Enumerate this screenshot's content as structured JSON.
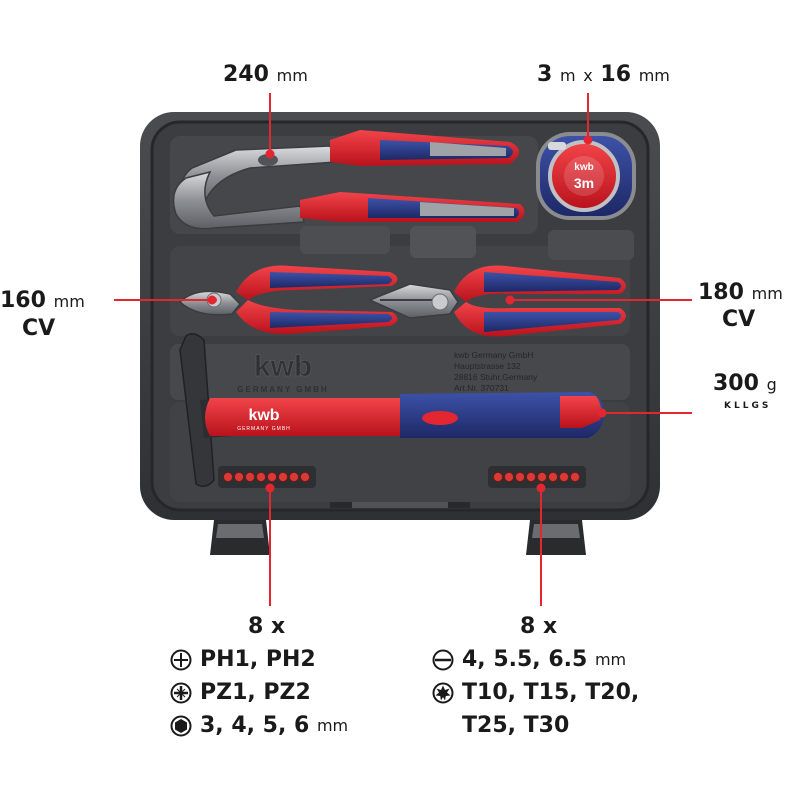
{
  "callouts": {
    "plier_length": {
      "value": "240",
      "unit": "mm"
    },
    "tape": {
      "length": "3",
      "length_unit": "m",
      "sep": "x",
      "width": "16",
      "width_unit": "mm"
    },
    "cutter": {
      "value": "160",
      "unit": "mm",
      "type": "CV"
    },
    "combi": {
      "value": "180",
      "unit": "mm",
      "type": "CV"
    },
    "hammer": {
      "value": "300",
      "unit": "g",
      "sub": "KLLGS"
    }
  },
  "case": {
    "emboss_logo": "kwb",
    "emboss_sub": "GERMANY GMBH",
    "address": [
      "kwb Germany GmbH",
      "Hauptstrasse 132",
      "28816 Stuhr,Germany",
      "Art.Nr. 370731"
    ],
    "hammer_logo": "kwb",
    "hammer_sub": "GERMANY GMBH",
    "tape_logo": "kwb",
    "tape_size": "3m"
  },
  "bits_left": {
    "count": "8 x",
    "rows": [
      {
        "icon": "phillips-icon",
        "text": "PH1, PH2"
      },
      {
        "icon": "pozidriv-icon",
        "text": "PZ1, PZ2"
      },
      {
        "icon": "hex-icon",
        "text": "3, 4, 5, 6",
        "unit": "mm"
      }
    ]
  },
  "bits_right": {
    "count": "8 x",
    "rows": [
      {
        "icon": "slotted-icon",
        "text": "4, 5.5, 6.5",
        "unit": "mm"
      },
      {
        "icon": "torx-icon",
        "text": "T10, T15, T20,"
      },
      {
        "icon": "",
        "text": "T25, T30"
      }
    ]
  },
  "colors": {
    "accent": "#e3262f",
    "blue": "#2f3f8f",
    "case": "#3a3c3f",
    "grey": "#a3a5a8"
  }
}
